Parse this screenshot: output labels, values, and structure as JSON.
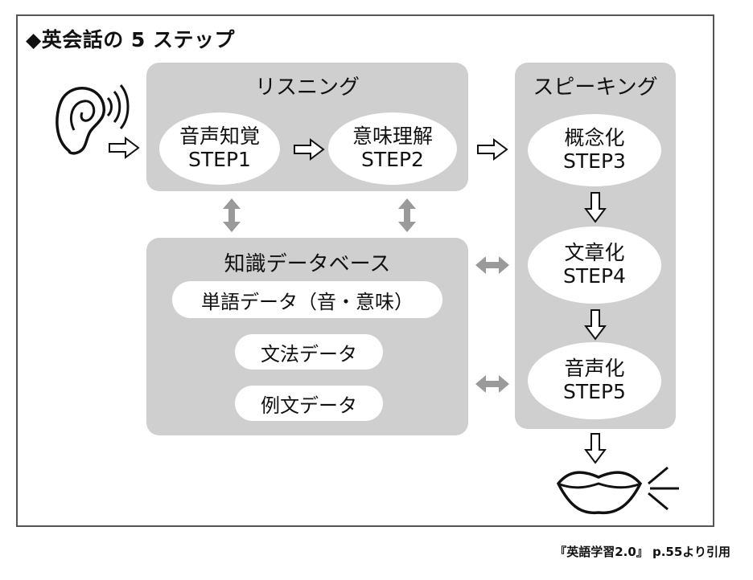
{
  "title": "◆英会話の 5 ステップ",
  "listening": {
    "title": "リスニング",
    "step1": {
      "name": "音声知覚",
      "step": "STEP1"
    },
    "step2": {
      "name": "意味理解",
      "step": "STEP2"
    }
  },
  "speaking": {
    "title": "スピーキング",
    "step3": {
      "name": "概念化",
      "step": "STEP3"
    },
    "step4": {
      "name": "文章化",
      "step": "STEP4"
    },
    "step5": {
      "name": "音声化",
      "step": "STEP5"
    }
  },
  "knowledge": {
    "title": "知識データベース",
    "items": [
      "単語データ（音・意味）",
      "文法データ",
      "例文データ"
    ]
  },
  "citation": "『英語学習2.0』 p.55より引用",
  "colors": {
    "panel": "#cfcfcf",
    "arrow_fill": "#9a9a9a",
    "frame": "#555555"
  },
  "icons": [
    "ear-icon",
    "sound-waves-icon",
    "mouth-icon",
    "speech-lines-icon"
  ]
}
